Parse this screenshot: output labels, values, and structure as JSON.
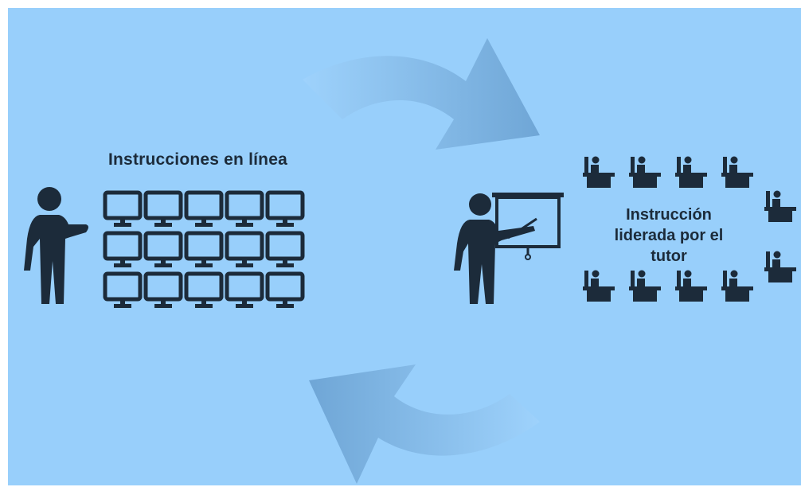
{
  "diagram": {
    "online_label": "Instrucciones en línea",
    "tutor_label": "Instrucción liderada por el tutor",
    "tutor_label_lines": [
      "Instrucción",
      "liderada por el",
      "tutor"
    ]
  },
  "colors": {
    "background": "#98cffb",
    "arrow": "#7fb1dd",
    "icons": "#1c2b3a",
    "screen_fill": "#ffffff"
  },
  "icons": {
    "presenter_left": "teacher-pointing-icon",
    "monitor": "monitor-icon",
    "presenter_right": "teacher-board-icon",
    "student": "student-desk-icon",
    "cycle_arrows": "cycle-arrow-icon"
  }
}
